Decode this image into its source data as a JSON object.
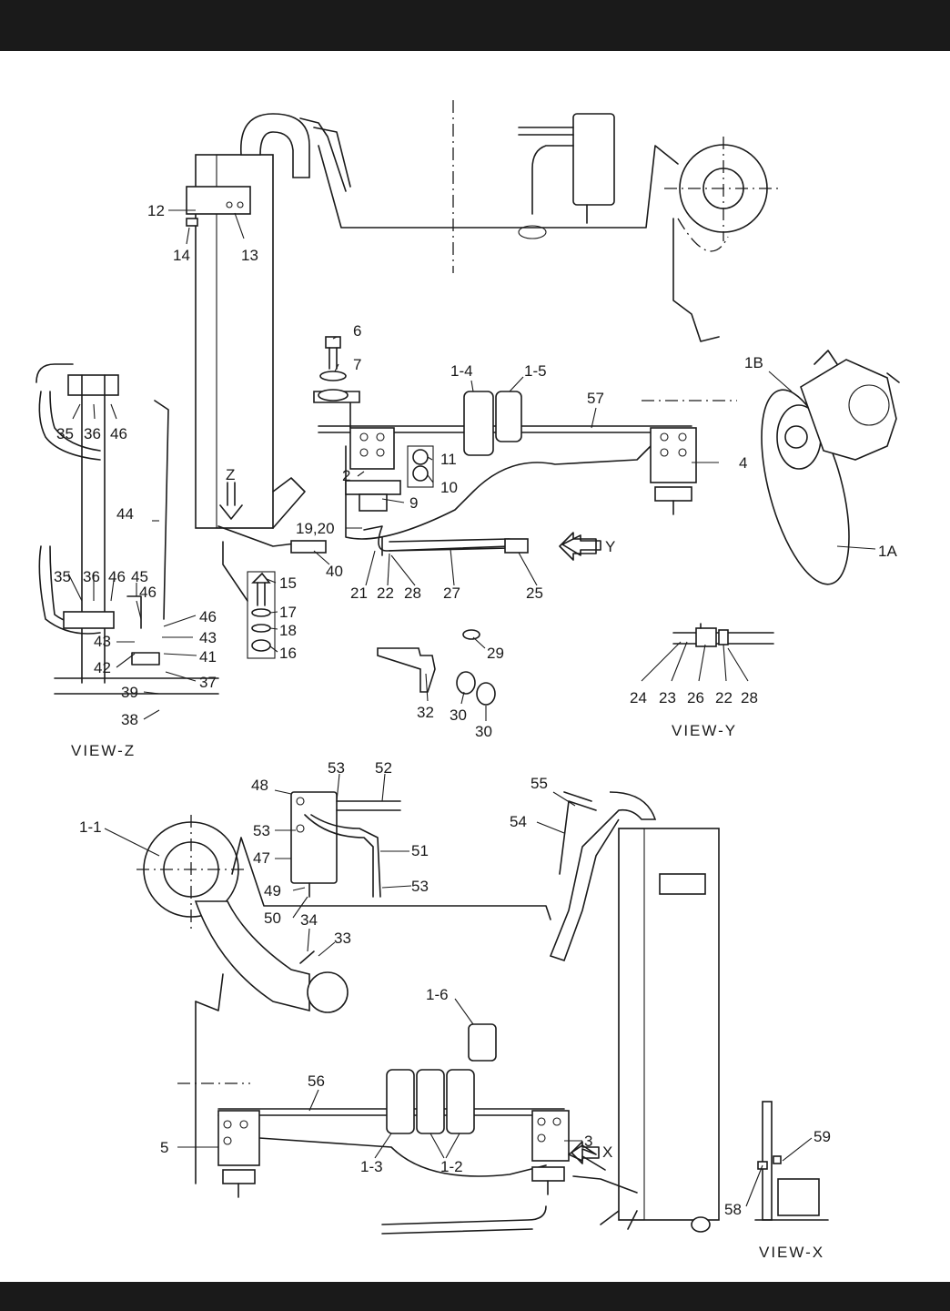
{
  "labels": {
    "l12": "12",
    "l13": "13",
    "l14": "14",
    "l6": "6",
    "l7": "7",
    "l1_4": "1-4",
    "l1_5": "1-5",
    "l57": "57",
    "l1B": "1B",
    "l1A": "1A",
    "l2": "2",
    "l11": "11",
    "l10": "10",
    "l9": "9",
    "l4": "4",
    "lZ": "Z",
    "lY": "Y",
    "l35a": "35",
    "l36a": "36",
    "l46a": "46",
    "l44": "44",
    "l35b": "35",
    "l36b": "36",
    "l46b": "46",
    "l45": "45",
    "l46c": "46",
    "l46d": "46",
    "l43a": "43",
    "l43b": "43",
    "l42": "42",
    "l41": "41",
    "l37": "37",
    "l39": "39",
    "l38": "38",
    "l19_20": "19,20",
    "l40": "40",
    "l21": "21",
    "l22": "22",
    "l28": "28",
    "l27": "27",
    "l25": "25",
    "l15": "15",
    "l17": "17",
    "l18": "18",
    "l16": "16",
    "l29": "29",
    "l32": "32",
    "l30a": "30",
    "l30b": "30",
    "l24": "24",
    "l23": "23",
    "l26": "26",
    "l22b": "22",
    "l28b": "28",
    "l48": "48",
    "l53a": "53",
    "l52": "52",
    "l55": "55",
    "l54": "54",
    "l1_1": "1-1",
    "l53b": "53",
    "l47": "47",
    "l51": "51",
    "l49": "49",
    "l53c": "53",
    "l50": "50",
    "l34": "34",
    "l33": "33",
    "l1_6": "1-6",
    "l56": "56",
    "l5": "5",
    "l3": "3",
    "lX": "X",
    "l1_3": "1-3",
    "l1_2": "1-2",
    "l59": "59",
    "l58": "58"
  },
  "views": {
    "z": "VIEW-Z",
    "y": "VIEW-Y",
    "x": "VIEW-X"
  }
}
